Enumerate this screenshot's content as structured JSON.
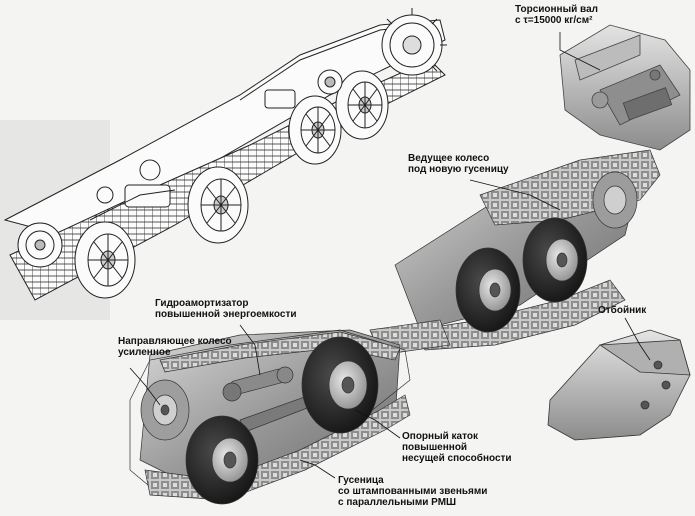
{
  "labels": {
    "torsion_shaft": {
      "lines": [
        "Торсионный вал",
        "с τ=15000 кг/см²"
      ]
    },
    "drive_wheel": {
      "lines": [
        "Ведущее колесо",
        "под новую гусеницу"
      ]
    },
    "shock_absorber": {
      "lines": [
        "Гидроамортизатор",
        "повышенной энергоемкости"
      ]
    },
    "idler_wheel": {
      "lines": [
        "Направляющее колесо",
        "усиленное"
      ]
    },
    "bump_stop": {
      "lines": [
        "Отбойник"
      ]
    },
    "road_wheel": {
      "lines": [
        "Опорный каток",
        "повышенной",
        "несущей способности"
      ]
    },
    "track": {
      "lines": [
        "Гусеница",
        "со штампованными звеньями",
        "с параллельными РМШ"
      ]
    }
  },
  "colors": {
    "background": "#f4f4f2",
    "render_gray": "#a8a8a8",
    "dark_gray": "#3a3a3a",
    "tire_black": "#1e1e1e",
    "line_art": "#222222"
  }
}
